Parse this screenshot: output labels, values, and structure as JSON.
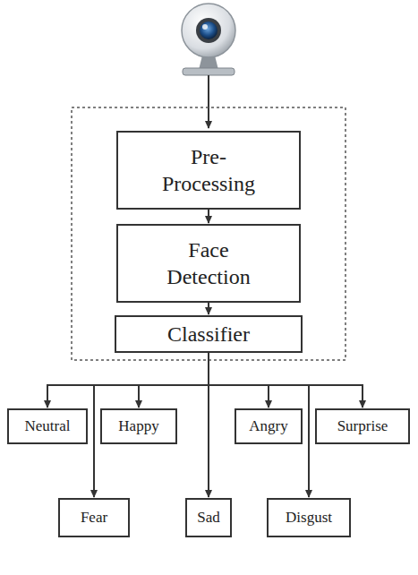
{
  "diagram": {
    "nodes": [
      {
        "text": [
          "Pre- Processing"
        ]
      },
      {
        "text": [
          "Face Detection"
        ]
      },
      {
        "text": [
          "Classifier"
        ]
      },
      {
        "text": [
          "Neutral"
        ]
      },
      {
        "text": [
          "Happy"
        ]
      },
      {
        "text": [
          "Angry"
        ]
      },
      {
        "text": [
          "Surprise"
        ]
      },
      {
        "text": [
          "Fear"
        ]
      },
      {
        "text": [
          "Sad"
        ]
      },
      {
        "text": [
          "Disgust"
        ]
      }
    ],
    "edges": [
      {
        "from": 0,
        "to": 1,
        "arrow": "to"
      },
      {
        "from": 1,
        "to": 2,
        "arrow": "to"
      },
      {
        "from": 2,
        "to": 3,
        "arrow": "to"
      },
      {
        "from": 2,
        "to": 4,
        "arrow": "to"
      },
      {
        "from": 2,
        "to": 5,
        "arrow": "to"
      },
      {
        "from": 2,
        "to": 6,
        "arrow": "to"
      },
      {
        "from": 2,
        "to": 7,
        "arrow": "to"
      },
      {
        "from": 2,
        "to": 8,
        "arrow": "to"
      },
      {
        "from": 2,
        "to": 9,
        "arrow": "to"
      }
    ]
  }
}
